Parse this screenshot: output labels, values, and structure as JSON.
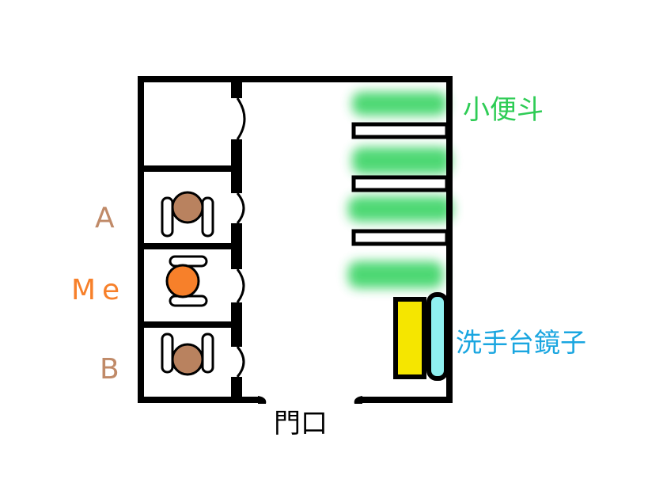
{
  "labels": {
    "urinal": "小便斗",
    "sink_mirror": "洗手台鏡子",
    "door": "門口",
    "person_a": "A",
    "person_me": "Me",
    "person_b": "B"
  },
  "colors": {
    "wall": "#000000",
    "urinal_glow": "#2fd15c",
    "urinal_label": "#2ecc55",
    "sink_yellow": "#f5e600",
    "mirror_cyan": "#8ff0f0",
    "mirror_label": "#1aa6e0",
    "person_brown": "#b9825f",
    "person_me": "#f7802a",
    "label_a_b": "#c08a68",
    "label_me": "#f7802a",
    "door_label": "#000000"
  }
}
